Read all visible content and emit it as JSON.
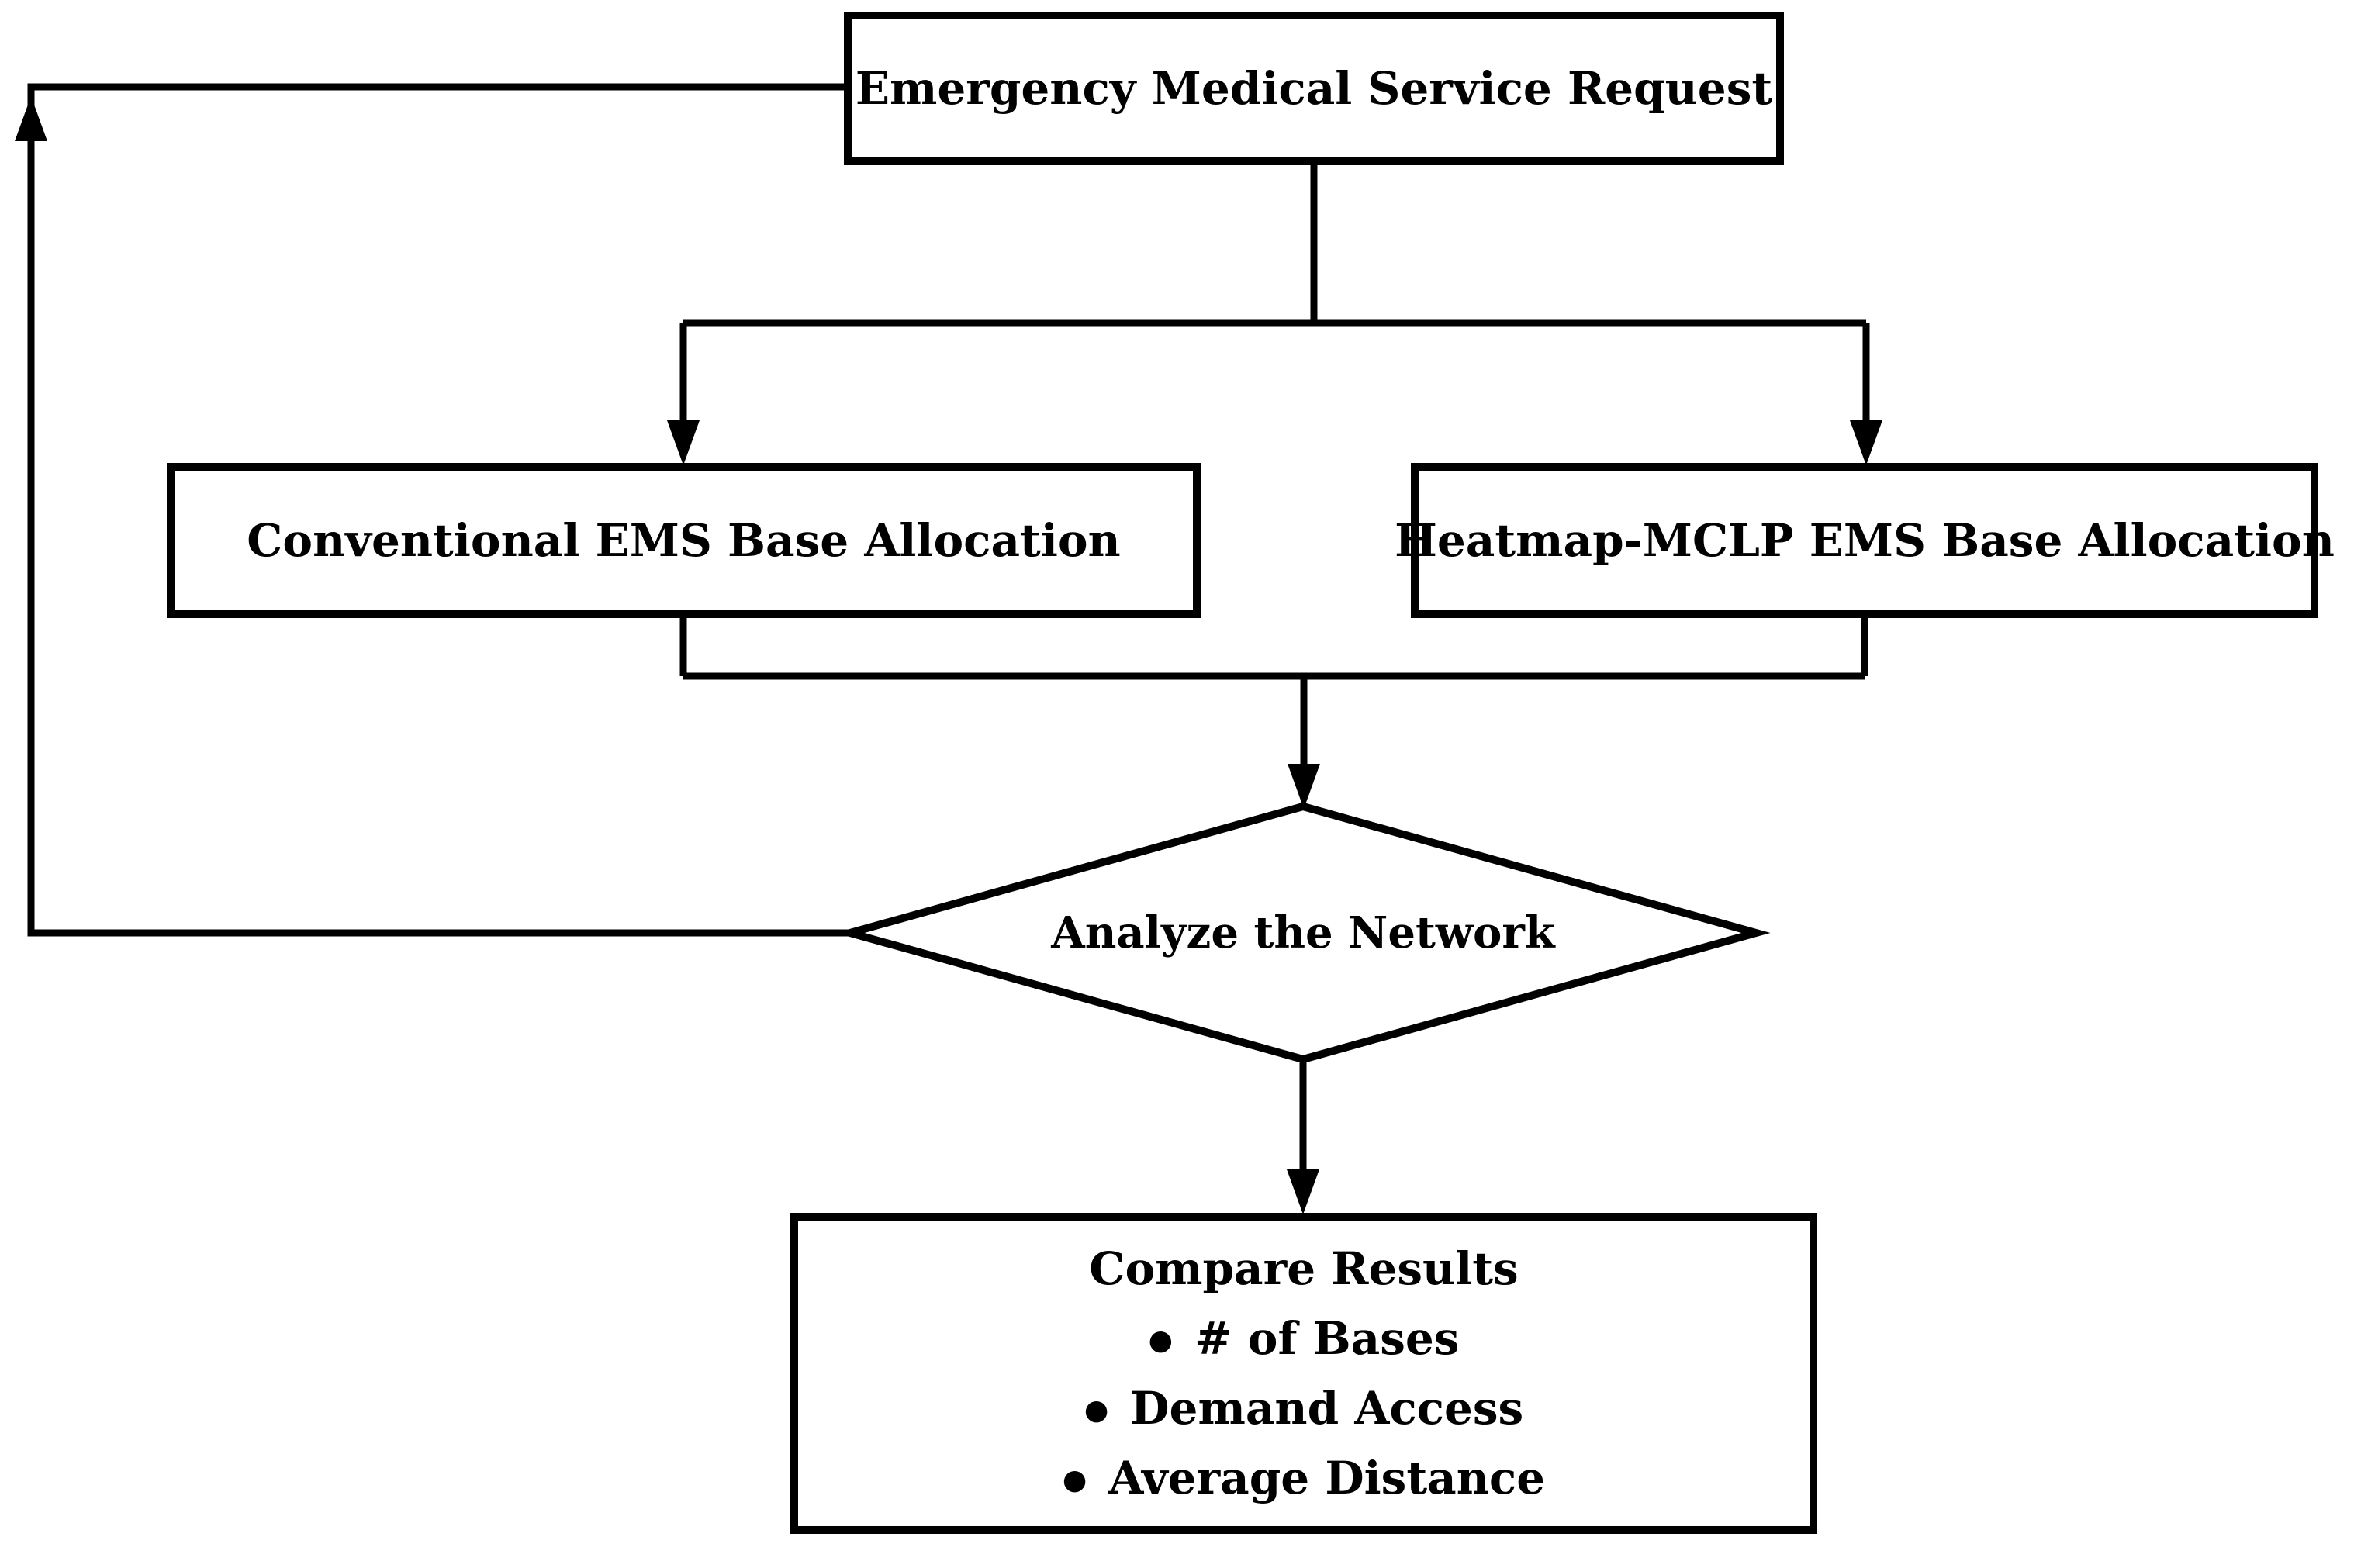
{
  "diagram": {
    "title_hint": "EMS base allocation comparison flowchart",
    "colors": {
      "line": "#000000",
      "node_fill": "#ffffff",
      "background": "#ffffff"
    },
    "nodes": {
      "start": {
        "label": "Emergency Medical Service Request",
        "shape": "rectangle"
      },
      "conventional": {
        "label": "Conventional EMS Base Allocation",
        "shape": "rectangle"
      },
      "heatmap": {
        "label": "Heatmap-MCLP EMS Base Allocation",
        "shape": "rectangle"
      },
      "decision": {
        "label": "Analyze the Network",
        "shape": "diamond"
      },
      "results": {
        "shape": "rectangle",
        "title": "Compare Results",
        "bullet_glyph": "●",
        "bullets": [
          "# of Bases",
          "Demand Access",
          "Average Distance"
        ]
      }
    },
    "edges": [
      "start -> split -> conventional",
      "start -> split -> heatmap",
      "conventional -> merge -> decision",
      "heatmap -> merge -> decision",
      "decision -> results",
      "decision -> start (feedback loop, left side)"
    ]
  }
}
